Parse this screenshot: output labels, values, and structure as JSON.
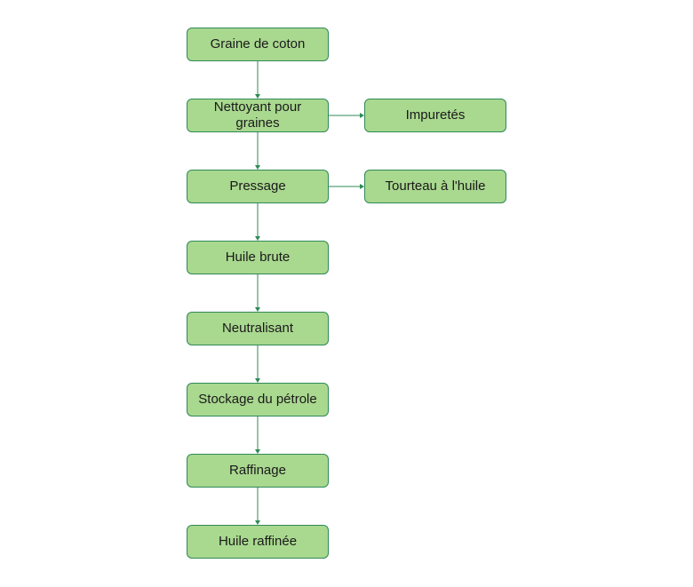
{
  "nodes": {
    "graine": "Graine de coton",
    "nettoyant": "Nettoyant pour graines",
    "impuretes": "Impuretés",
    "pressage": "Pressage",
    "tourteau": "Tourteau à l'huile",
    "huile_brute": "Huile brute",
    "neutralisant": "Neutralisant",
    "stockage": "Stockage du pétrole",
    "raffinage": "Raffinage",
    "huile_raffinee": "Huile raffinée"
  },
  "edges": [
    {
      "from": "graine",
      "to": "nettoyant"
    },
    {
      "from": "nettoyant",
      "to": "impuretes"
    },
    {
      "from": "nettoyant",
      "to": "pressage"
    },
    {
      "from": "pressage",
      "to": "tourteau"
    },
    {
      "from": "pressage",
      "to": "huile_brute"
    },
    {
      "from": "huile_brute",
      "to": "neutralisant"
    },
    {
      "from": "neutralisant",
      "to": "stockage"
    },
    {
      "from": "stockage",
      "to": "raffinage"
    },
    {
      "from": "raffinage",
      "to": "huile_raffinee"
    }
  ],
  "colors": {
    "node_fill": "#a9d88f",
    "node_border": "#2f8a58",
    "connector": "#2f8a58"
  }
}
